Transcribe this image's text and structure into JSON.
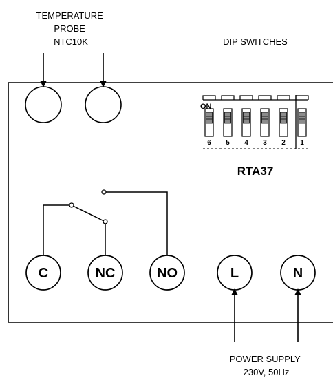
{
  "probe_label": [
    "TEMPERATURE",
    "PROBE",
    "NTC10K"
  ],
  "dip_label": "DIP SWITCHES",
  "dip_on_label": "ON",
  "dip_switch_numbers": [
    "6",
    "5",
    "4",
    "3",
    "2",
    "1"
  ],
  "model": "RTA37",
  "terminals": {
    "c": "C",
    "nc": "NC",
    "no": "NO",
    "l": "L",
    "n": "N"
  },
  "power_label": [
    "POWER SUPPLY",
    "230V, 50Hz"
  ],
  "colors": {
    "line": "#000000",
    "switch_fill": "#8c8c8c",
    "background": "#ffffff"
  }
}
